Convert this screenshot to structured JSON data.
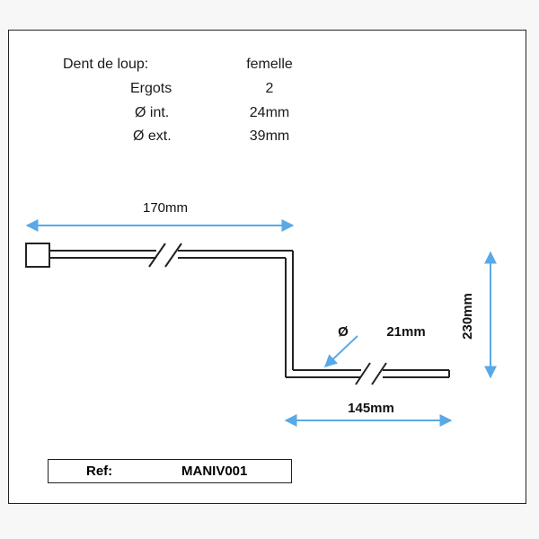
{
  "specs": [
    {
      "label": "Dent de loup:",
      "value": "femelle"
    },
    {
      "label": "Ergots",
      "value": "2"
    },
    {
      "label": "Ø int.",
      "value": "24mm"
    },
    {
      "label": "Ø ext.",
      "value": "39mm"
    }
  ],
  "dimensions": {
    "top_length": "170mm",
    "bottom_length": "145mm",
    "height": "230mm",
    "diameter_symbol": "Ø",
    "diameter": "21mm"
  },
  "ref": {
    "label": "Ref:",
    "value": "MANIV001"
  },
  "colors": {
    "dimension_arrow": "#5aa9e6",
    "line": "#222222"
  }
}
